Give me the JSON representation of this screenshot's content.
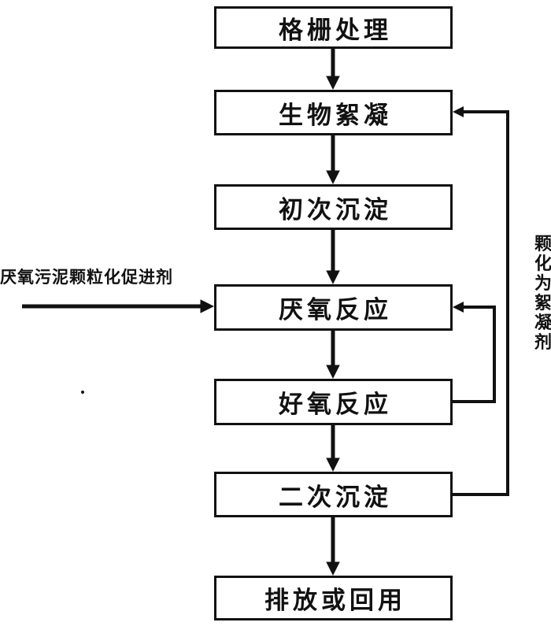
{
  "diagram": {
    "type": "flowchart",
    "nodes": [
      {
        "id": "grating-treatment",
        "label": "格栅处理"
      },
      {
        "id": "bio-flocculation",
        "label": "生物絮凝"
      },
      {
        "id": "primary-sedimentation",
        "label": "初次沉淀"
      },
      {
        "id": "anaerobic-reaction",
        "label": "厌氧反应"
      },
      {
        "id": "aerobic-reaction",
        "label": "好氧反应"
      },
      {
        "id": "secondary-sedimentation",
        "label": "二次沉淀"
      },
      {
        "id": "discharge-or-reuse",
        "label": "排放或回用"
      }
    ],
    "edges": [
      {
        "from": "格栅处理",
        "to": "生物絮凝",
        "type": "flow"
      },
      {
        "from": "生物絮凝",
        "to": "初次沉淀",
        "type": "flow"
      },
      {
        "from": "初次沉淀",
        "to": "厌氧反应",
        "type": "flow"
      },
      {
        "from": "厌氧反应",
        "to": "好氧反应",
        "type": "flow"
      },
      {
        "from": "好氧反应",
        "to": "二次沉淀",
        "type": "flow"
      },
      {
        "from": "二次沉淀",
        "to": "排放或回用",
        "type": "flow"
      },
      {
        "from": "好氧反应",
        "to": "厌氧反应",
        "type": "feedback"
      },
      {
        "from": "二次沉淀",
        "to": "生物絮凝",
        "type": "feedback"
      },
      {
        "from": "厌氧污泥颗粒化促进剂",
        "to": "厌氧反应",
        "type": "input"
      }
    ],
    "left_label": "厌氧污泥颗粒化促进剂",
    "right_label": "颗\n化\n为\n絮\n凝\n剂",
    "colors": {
      "ink": "#111111",
      "background": "#ffffff"
    }
  }
}
